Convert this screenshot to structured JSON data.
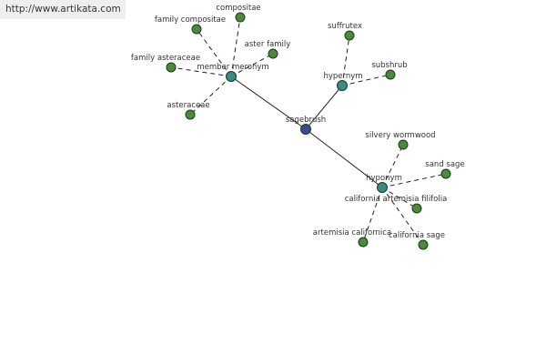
{
  "watermark": {
    "text": "http://www.artikata.com"
  },
  "graph": {
    "colors": {
      "center": "#3a4a8c",
      "relation": "#3a8a8a",
      "leaf": "#4a8a3a"
    },
    "center": {
      "id": "sagebrush",
      "label": "sagebrush"
    },
    "relations": [
      {
        "id": "member-meronym",
        "label": "member meronym",
        "terms": [
          {
            "id": "family-compositae",
            "label": "family compositae"
          },
          {
            "id": "compositae",
            "label": "compositae"
          },
          {
            "id": "aster-family",
            "label": "aster family"
          },
          {
            "id": "family-asteraceae",
            "label": "family asteraceae"
          },
          {
            "id": "asteraceae",
            "label": "asteraceae"
          }
        ]
      },
      {
        "id": "hypernym",
        "label": "hypernym",
        "terms": [
          {
            "id": "suffrutex",
            "label": "suffrutex"
          },
          {
            "id": "subshrub",
            "label": "subshrub"
          }
        ]
      },
      {
        "id": "hyponym",
        "label": "hyponym",
        "terms": [
          {
            "id": "silvery-wormwood",
            "label": "silvery wormwood"
          },
          {
            "id": "sand-sage",
            "label": "sand sage"
          },
          {
            "id": "california-artemisia-filifolia",
            "label": "california artemisia filifolia"
          },
          {
            "id": "artemisia-californica",
            "label": "artemisia californica"
          },
          {
            "id": "california-sage",
            "label": "california sage"
          }
        ]
      }
    ]
  }
}
